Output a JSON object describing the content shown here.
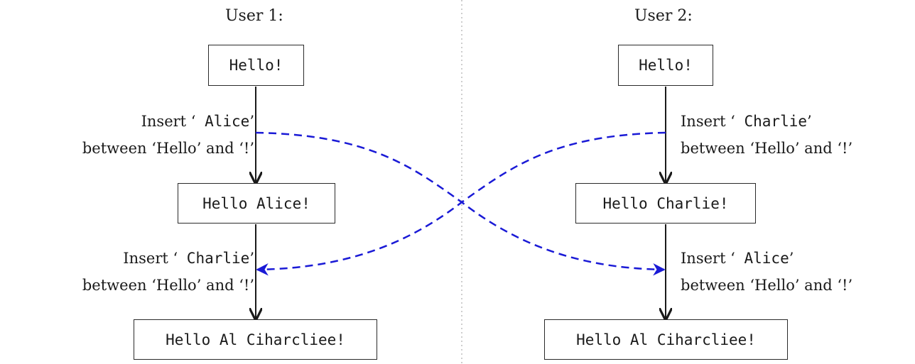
{
  "colors": {
    "sync_arrow": "#1a1ad6",
    "box_border": "#2a2a2a",
    "divider": "#bdbdbd"
  },
  "user1": {
    "title": "User 1:",
    "state1": "Hello!",
    "op1": {
      "prefix": "Insert ‘",
      "text": " Alice",
      "suffix": "’",
      "line2": "between ‘Hello’ and ‘!’"
    },
    "state2": "Hello Alice!",
    "op2": {
      "prefix": "Insert ‘",
      "text": " Charlie",
      "suffix": "’",
      "line2": "between ‘Hello’ and ‘!’"
    },
    "state3": "Hello Al Ciharcliee!"
  },
  "user2": {
    "title": "User 2:",
    "state1": "Hello!",
    "op1": {
      "prefix": "Insert ‘",
      "text": " Charlie",
      "suffix": "’",
      "line2": "between ‘Hello’ and ‘!’"
    },
    "state2": "Hello Charlie!",
    "op2": {
      "prefix": "Insert ‘",
      "text": " Alice",
      "suffix": "’",
      "line2": "between ‘Hello’ and ‘!’"
    },
    "state3": "Hello Al Ciharcliee!"
  }
}
